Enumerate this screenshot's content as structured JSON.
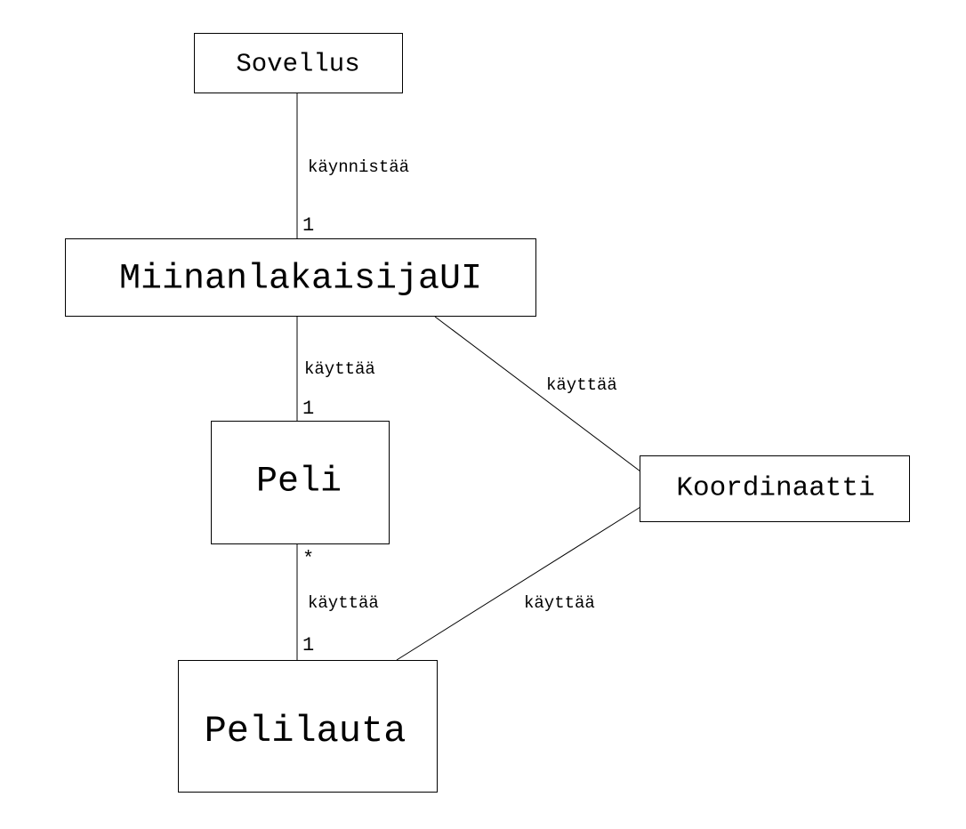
{
  "nodes": {
    "sovellus": "Sovellus",
    "ui": "MiinanlakaisijaUI",
    "peli": "Peli",
    "koordinaatti": "Koordinaatti",
    "pelilauta": "Pelilauta"
  },
  "edges": {
    "sovellus_ui": {
      "label": "käynnistää",
      "target_multiplicity": "1"
    },
    "ui_peli": {
      "label": "käyttää",
      "target_multiplicity": "1"
    },
    "ui_koordinaatti": {
      "label": "käyttää"
    },
    "peli_pelilauta": {
      "label": "käyttää",
      "source_multiplicity": "*",
      "target_multiplicity": "1"
    },
    "pelilauta_koordinaatti": {
      "label": "käyttää"
    }
  }
}
